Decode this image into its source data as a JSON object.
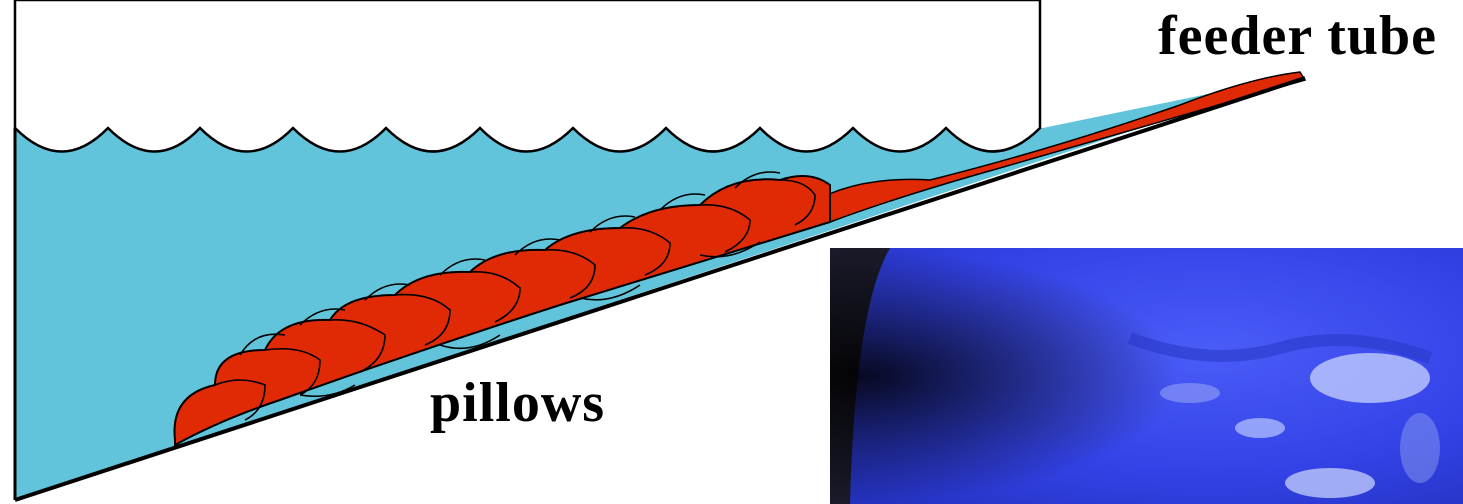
{
  "labels": {
    "feeder_tube": "feeder tube",
    "pillows": "pillows"
  },
  "colors": {
    "water": "#62c4da",
    "lava": "#e02a06",
    "outline": "#000000",
    "photo_blue": "#3a4cf0"
  },
  "photo": {
    "subject": "underwater video still of pillow lava"
  }
}
